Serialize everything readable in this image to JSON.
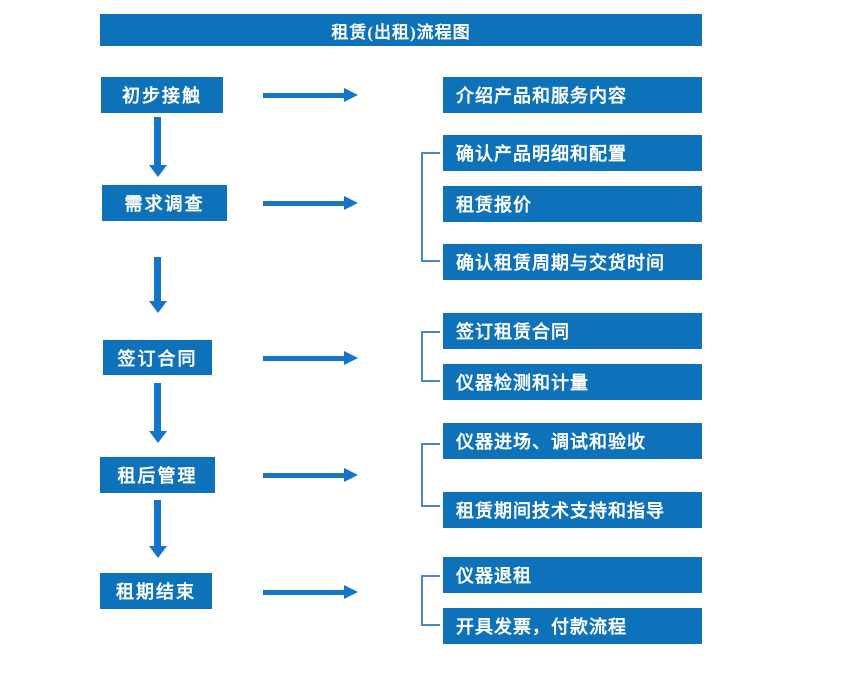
{
  "colors": {
    "box_blue": "#0d72b9",
    "arrow_blue": "#1576c8",
    "bracket_blue": "#4e86c4",
    "text_white": "#ffffff"
  },
  "flow": {
    "title": "租赁(出租)流程图",
    "stages": [
      {
        "step": "初步接触",
        "details": [
          "介绍产品和服务内容"
        ]
      },
      {
        "step": "需求调查",
        "details": [
          "确认产品明细和配置",
          "租赁报价",
          "确认租赁周期与交货时间"
        ]
      },
      {
        "step": "签订合同",
        "details": [
          "签订租赁合同",
          "仪器检测和计量"
        ]
      },
      {
        "step": "租后管理",
        "details": [
          "仪器进场、调试和验收",
          "租赁期间技术支持和指导"
        ]
      },
      {
        "step": "租期结束",
        "details": [
          "仪器退租",
          "开具发票，付款流程"
        ]
      }
    ]
  }
}
